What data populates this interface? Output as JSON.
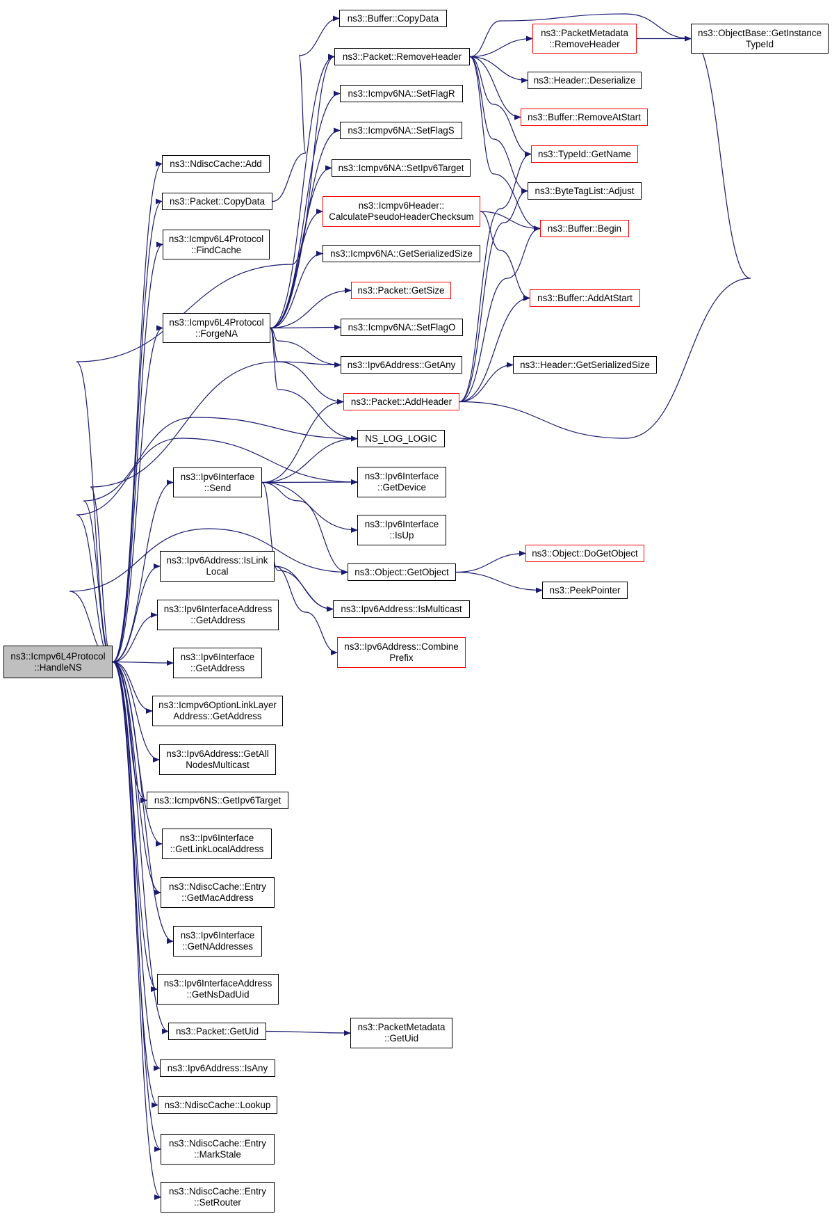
{
  "graph": {
    "edge_color": "#191970",
    "node_fill": "#ffffff",
    "root_fill": "#bfbfbf",
    "border_default": "#000000",
    "border_truncated": "#ff0000",
    "nodes": [
      {
        "id": "root",
        "lines": [
          "ns3::Icmpv6L4Protocol",
          "::HandleNS"
        ],
        "style": "root"
      },
      {
        "id": "ndisc_add",
        "lines": [
          "ns3::NdiscCache::Add"
        ]
      },
      {
        "id": "pkt_copydata",
        "lines": [
          "ns3::Packet::CopyData"
        ]
      },
      {
        "id": "findcache",
        "lines": [
          "ns3::Icmpv6L4Protocol",
          "::FindCache"
        ]
      },
      {
        "id": "forgena",
        "lines": [
          "ns3::Icmpv6L4Protocol",
          "::ForgeNA"
        ]
      },
      {
        "id": "iface_send",
        "lines": [
          "ns3::Ipv6Interface",
          "::Send"
        ]
      },
      {
        "id": "islinklocal",
        "lines": [
          "ns3::Ipv6Address::IsLink",
          "Local"
        ]
      },
      {
        "id": "ifaddr_getaddress",
        "lines": [
          "ns3::Ipv6InterfaceAddress",
          "::GetAddress"
        ]
      },
      {
        "id": "iface_getaddress",
        "lines": [
          "ns3::Ipv6Interface",
          "::GetAddress"
        ]
      },
      {
        "id": "optll_getaddress",
        "lines": [
          "ns3::Icmpv6OptionLinkLayer",
          "Address::GetAddress"
        ]
      },
      {
        "id": "getallnodes",
        "lines": [
          "ns3::Ipv6Address::GetAll",
          "NodesMulticast"
        ]
      },
      {
        "id": "ns_getipv6target",
        "lines": [
          "ns3::Icmpv6NS::GetIpv6Target"
        ]
      },
      {
        "id": "getlinklocal",
        "lines": [
          "ns3::Ipv6Interface",
          "::GetLinkLocalAddress"
        ]
      },
      {
        "id": "getmac",
        "lines": [
          "ns3::NdiscCache::Entry",
          "::GetMacAddress"
        ]
      },
      {
        "id": "getnaddresses",
        "lines": [
          "ns3::Ipv6Interface",
          "::GetNAddresses"
        ]
      },
      {
        "id": "getnsdaduid",
        "lines": [
          "ns3::Ipv6InterfaceAddress",
          "::GetNsDadUid"
        ]
      },
      {
        "id": "pkt_getuid",
        "lines": [
          "ns3::Packet::GetUid"
        ]
      },
      {
        "id": "isany",
        "lines": [
          "ns3::Ipv6Address::IsAny"
        ]
      },
      {
        "id": "lookup",
        "lines": [
          "ns3::NdiscCache::Lookup"
        ]
      },
      {
        "id": "markstale",
        "lines": [
          "ns3::NdiscCache::Entry",
          "::MarkStale"
        ]
      },
      {
        "id": "setrouter",
        "lines": [
          "ns3::NdiscCache::Entry",
          "::SetRouter"
        ]
      },
      {
        "id": "buf_copydata",
        "lines": [
          "ns3::Buffer::CopyData"
        ]
      },
      {
        "id": "removeheader",
        "lines": [
          "ns3::Packet::RemoveHeader"
        ]
      },
      {
        "id": "setflagr",
        "lines": [
          "ns3::Icmpv6NA::SetFlagR"
        ]
      },
      {
        "id": "setflags",
        "lines": [
          "ns3::Icmpv6NA::SetFlagS"
        ]
      },
      {
        "id": "setipv6target",
        "lines": [
          "ns3::Icmpv6NA::SetIpv6Target"
        ]
      },
      {
        "id": "calcchecksum",
        "lines": [
          "ns3::Icmpv6Header::",
          "CalculatePseudoHeaderChecksum"
        ],
        "style": "red"
      },
      {
        "id": "getserializedsize",
        "lines": [
          "ns3::Icmpv6NA::GetSerializedSize"
        ]
      },
      {
        "id": "pkt_getsize",
        "lines": [
          "ns3::Packet::GetSize"
        ],
        "style": "red"
      },
      {
        "id": "setflago",
        "lines": [
          "ns3::Icmpv6NA::SetFlagO"
        ]
      },
      {
        "id": "getany",
        "lines": [
          "ns3::Ipv6Address::GetAny"
        ]
      },
      {
        "id": "addheader",
        "lines": [
          "ns3::Packet::AddHeader"
        ],
        "style": "red"
      },
      {
        "id": "ns_log_logic",
        "lines": [
          "NS_LOG_LOGIC"
        ]
      },
      {
        "id": "iface_getdevice",
        "lines": [
          "ns3::Ipv6Interface",
          "::GetDevice"
        ]
      },
      {
        "id": "iface_isup",
        "lines": [
          "ns3::Ipv6Interface",
          "::IsUp"
        ]
      },
      {
        "id": "getobject",
        "lines": [
          "ns3::Object::GetObject"
        ]
      },
      {
        "id": "ismulticast",
        "lines": [
          "ns3::Ipv6Address::IsMulticast"
        ]
      },
      {
        "id": "combineprefix",
        "lines": [
          "ns3::Ipv6Address::Combine",
          "Prefix"
        ],
        "style": "red"
      },
      {
        "id": "pm_getuid",
        "lines": [
          "ns3::PacketMetadata",
          "::GetUid"
        ]
      },
      {
        "id": "pm_removeheader",
        "lines": [
          "ns3::PacketMetadata",
          "::RemoveHeader"
        ],
        "style": "red"
      },
      {
        "id": "hdr_deserialize",
        "lines": [
          "ns3::Header::Deserialize"
        ]
      },
      {
        "id": "buf_removeatstart",
        "lines": [
          "ns3::Buffer::RemoveAtStart"
        ],
        "style": "red"
      },
      {
        "id": "typeid_getname",
        "lines": [
          "ns3::TypeId::GetName"
        ],
        "style": "red"
      },
      {
        "id": "bytetaglist_adjust",
        "lines": [
          "ns3::ByteTagList::Adjust"
        ]
      },
      {
        "id": "buf_begin",
        "lines": [
          "ns3::Buffer::Begin"
        ],
        "style": "red"
      },
      {
        "id": "buf_addatstart",
        "lines": [
          "ns3::Buffer::AddAtStart"
        ],
        "style": "red"
      },
      {
        "id": "hdr_getserializedsize",
        "lines": [
          "ns3::Header::GetSerializedSize"
        ]
      },
      {
        "id": "dogetobject",
        "lines": [
          "ns3::Object::DoGetObject"
        ],
        "style": "red"
      },
      {
        "id": "peekpointer",
        "lines": [
          "ns3::PeekPointer"
        ]
      },
      {
        "id": "getinstancetypeid",
        "lines": [
          "ns3::ObjectBase::GetInstance",
          "TypeId"
        ]
      }
    ],
    "edges": [
      [
        "root",
        "ndisc_add"
      ],
      [
        "root",
        "pkt_copydata"
      ],
      [
        "root",
        "findcache"
      ],
      [
        "root",
        "forgena"
      ],
      [
        "root",
        "getany"
      ],
      [
        "root",
        "ns_log_logic"
      ],
      [
        "root",
        "iface_getdevice"
      ],
      [
        "root",
        "iface_send"
      ],
      [
        "root",
        "getobject"
      ],
      [
        "root",
        "islinklocal"
      ],
      [
        "root",
        "ifaddr_getaddress"
      ],
      [
        "root",
        "iface_getaddress"
      ],
      [
        "root",
        "optll_getaddress"
      ],
      [
        "root",
        "getallnodes"
      ],
      [
        "root",
        "ns_getipv6target"
      ],
      [
        "root",
        "getlinklocal"
      ],
      [
        "root",
        "getmac"
      ],
      [
        "root",
        "getnaddresses"
      ],
      [
        "root",
        "getnsdaduid"
      ],
      [
        "root",
        "pkt_getuid"
      ],
      [
        "root",
        "isany"
      ],
      [
        "root",
        "lookup"
      ],
      [
        "root",
        "markstale"
      ],
      [
        "root",
        "setrouter"
      ],
      [
        "root",
        "removeheader"
      ],
      [
        "pkt_copydata",
        "buf_copydata"
      ],
      [
        "forgena",
        "removeheader"
      ],
      [
        "forgena",
        "setflagr"
      ],
      [
        "forgena",
        "setflags"
      ],
      [
        "forgena",
        "setipv6target"
      ],
      [
        "forgena",
        "calcchecksum"
      ],
      [
        "forgena",
        "getserializedsize"
      ],
      [
        "forgena",
        "pkt_getsize"
      ],
      [
        "forgena",
        "setflago"
      ],
      [
        "forgena",
        "getany"
      ],
      [
        "forgena",
        "addheader"
      ],
      [
        "forgena",
        "ns_log_logic"
      ],
      [
        "iface_send",
        "addheader"
      ],
      [
        "iface_send",
        "ns_log_logic"
      ],
      [
        "iface_send",
        "iface_getdevice"
      ],
      [
        "iface_send",
        "iface_isup"
      ],
      [
        "iface_send",
        "getobject"
      ],
      [
        "iface_send",
        "ismulticast"
      ],
      [
        "islinklocal",
        "ismulticast"
      ],
      [
        "islinklocal",
        "combineprefix"
      ],
      [
        "pkt_getuid",
        "pm_getuid"
      ],
      [
        "removeheader",
        "getinstancetypeid"
      ],
      [
        "removeheader",
        "pm_removeheader"
      ],
      [
        "removeheader",
        "hdr_deserialize"
      ],
      [
        "removeheader",
        "buf_removeatstart"
      ],
      [
        "removeheader",
        "typeid_getname"
      ],
      [
        "removeheader",
        "bytetaglist_adjust"
      ],
      [
        "removeheader",
        "buf_begin"
      ],
      [
        "calcchecksum",
        "buf_begin"
      ],
      [
        "calcchecksum",
        "buf_addatstart"
      ],
      [
        "addheader",
        "typeid_getname"
      ],
      [
        "addheader",
        "bytetaglist_adjust"
      ],
      [
        "addheader",
        "buf_begin"
      ],
      [
        "addheader",
        "buf_addatstart"
      ],
      [
        "addheader",
        "hdr_getserializedsize"
      ],
      [
        "addheader",
        "getinstancetypeid"
      ],
      [
        "pm_removeheader",
        "getinstancetypeid"
      ],
      [
        "getobject",
        "dogetobject"
      ],
      [
        "getobject",
        "peekpointer"
      ]
    ]
  }
}
